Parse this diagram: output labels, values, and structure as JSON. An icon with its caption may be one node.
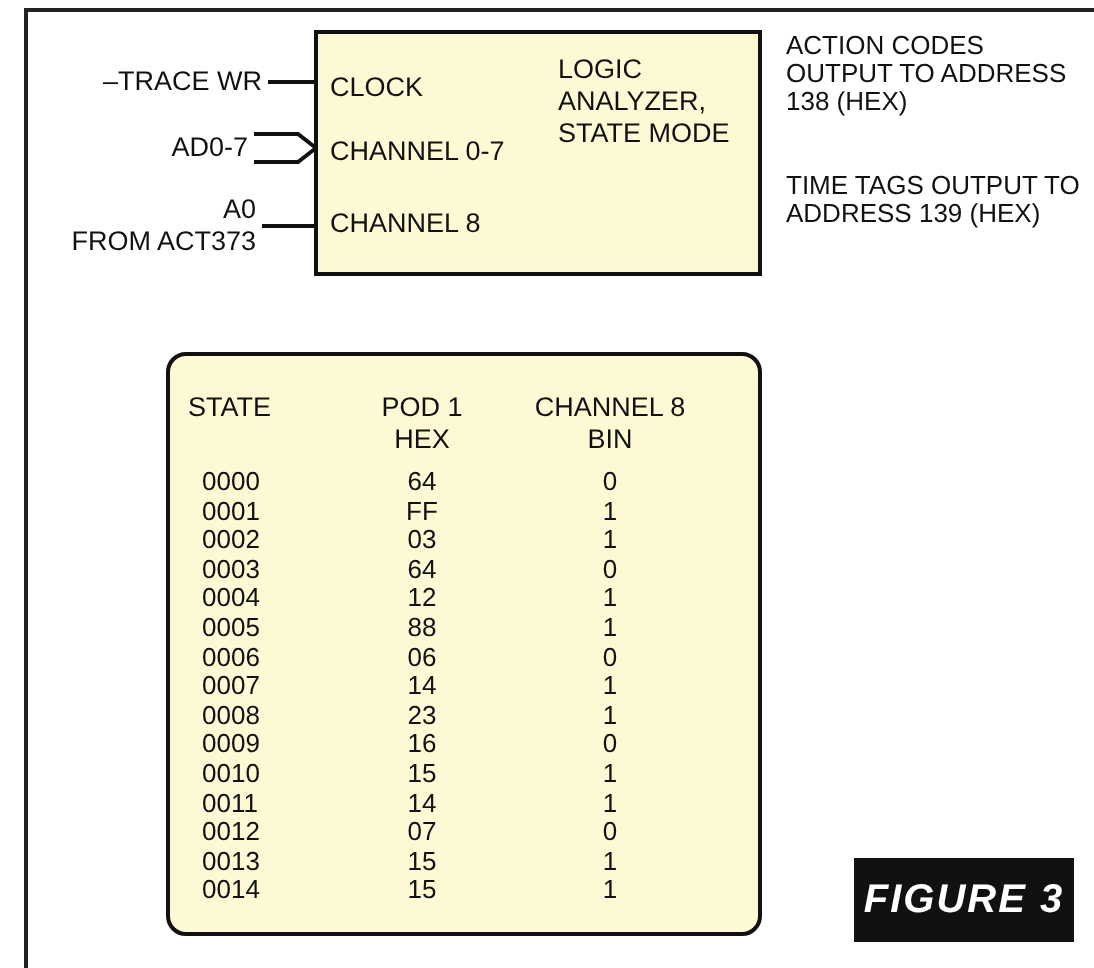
{
  "diagram": {
    "caption": "FIGURE 3",
    "nodes": [
      {
        "text": [
          "LOGIC ANALYZER, STATE MODE",
          "CLOCK",
          "CHANNEL 0-7",
          "CHANNEL 8"
        ],
        "beside": [
          "ACTION CODES OUTPUT TO ADDRESS 138 (HEX)",
          "TIME TAGS OUTPUT TO ADDRESS 139 (HEX)"
        ]
      },
      {
        "text": [
          "–TRACE WR"
        ]
      },
      {
        "text": [
          "AD0-7"
        ]
      },
      {
        "text": [
          "A0",
          "FROM ACT373"
        ]
      }
    ],
    "edges": [
      {
        "from": 1,
        "to": 0,
        "arrow": "none"
      },
      {
        "from": 2,
        "to": 0,
        "arrow": "none"
      },
      {
        "from": 3,
        "to": 0,
        "arrow": "none"
      }
    ],
    "labels": [
      "STATE",
      "POD 1 HEX",
      "CHANNEL 8 BIN",
      "0000",
      "64",
      "0",
      "0001",
      "FF",
      "1",
      "0002",
      "03",
      "1",
      "0003",
      "64",
      "0",
      "0004",
      "12",
      "1",
      "0005",
      "88",
      "1",
      "0006",
      "06",
      "0",
      "0007",
      "14",
      "1",
      "0008",
      "23",
      "1",
      "0009",
      "16",
      "0",
      "0010",
      "15",
      "1",
      "0011",
      "14",
      "1",
      "0012",
      "07",
      "0",
      "0013",
      "15",
      "1",
      "0014",
      "15",
      "1"
    ]
  }
}
